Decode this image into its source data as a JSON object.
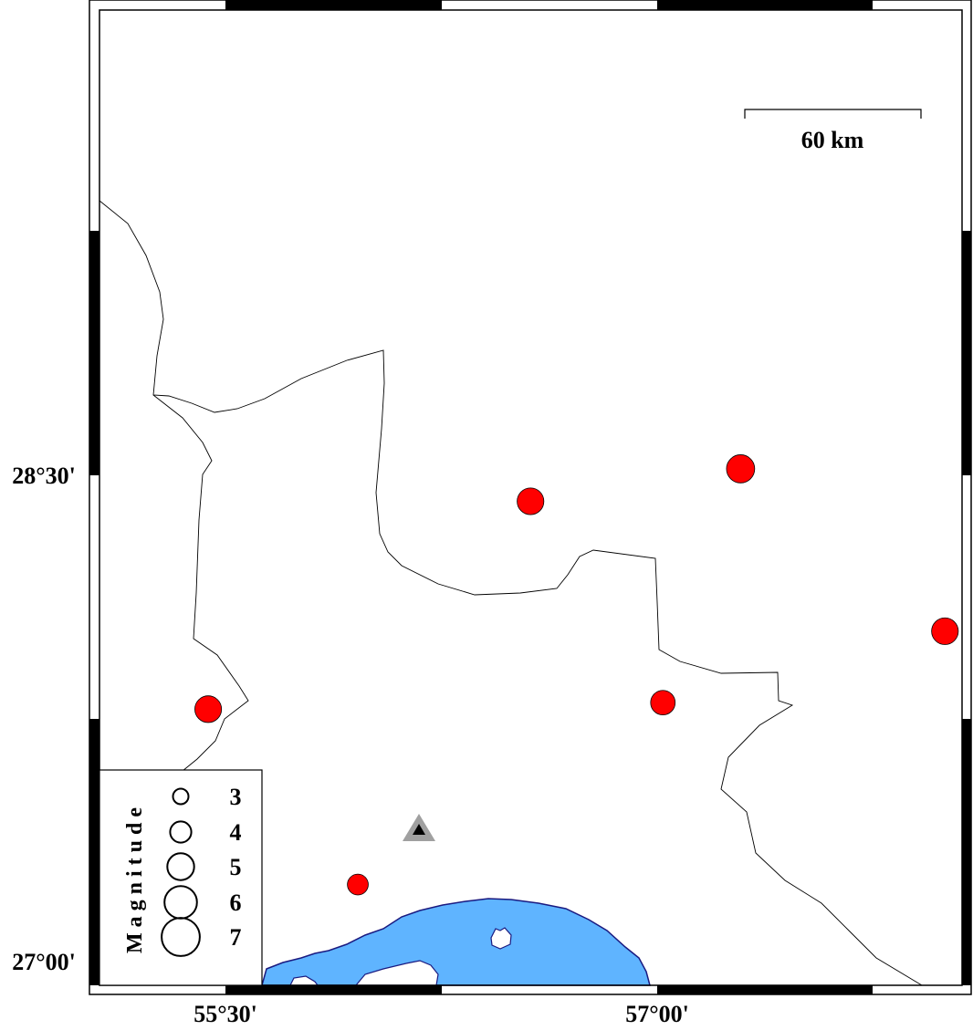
{
  "map": {
    "axes": {
      "x_ticks": [
        {
          "lon": 55.5,
          "label": "55°30'"
        },
        {
          "lon": 57.0,
          "label": "57°00'"
        }
      ],
      "y_ticks": [
        {
          "lat": 28.5,
          "label": "28°30'"
        },
        {
          "lat": 27.0,
          "label": "27°00'"
        }
      ]
    },
    "scale_bar": {
      "label": "60 km"
    },
    "legend": {
      "title": "Magnitude",
      "entries": [
        {
          "mag": 3,
          "label": "3"
        },
        {
          "mag": 4,
          "label": "4"
        },
        {
          "mag": 5,
          "label": "5"
        },
        {
          "mag": 6,
          "label": "6"
        },
        {
          "mag": 7,
          "label": "7"
        }
      ]
    },
    "colors": {
      "event": "#ff0000",
      "sea": "#5fb4ff",
      "coast": "#1a1a80",
      "station_outer": "#a0a0a0",
      "station_inner": "#000000"
    },
    "station": {
      "lon": 55.87,
      "lat": 27.33
    },
    "events": [
      {
        "lon": 55.44,
        "lat": 27.78,
        "mag": 4.0
      },
      {
        "lon": 56.56,
        "lat": 28.42,
        "mag": 4.0
      },
      {
        "lon": 57.29,
        "lat": 28.52,
        "mag": 4.2
      },
      {
        "lon": 58.0,
        "lat": 28.02,
        "mag": 4.0
      },
      {
        "lon": 57.02,
        "lat": 27.8,
        "mag": 3.7
      },
      {
        "lon": 55.96,
        "lat": 27.24,
        "mag": 3.2
      }
    ]
  }
}
